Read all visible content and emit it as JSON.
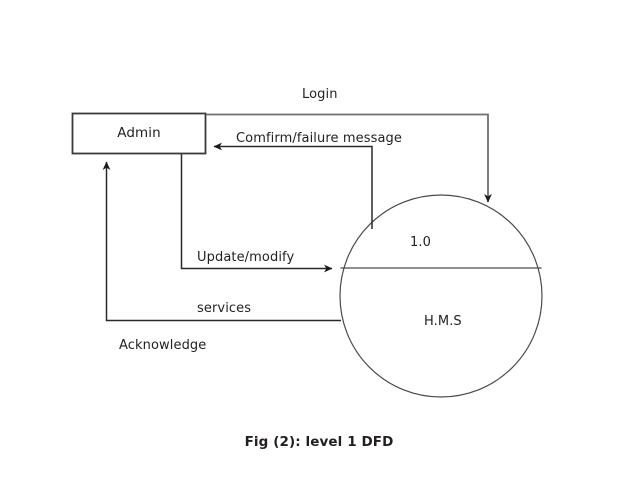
{
  "figure": {
    "caption": "Fig (2): level 1 DFD",
    "background_color": "#ffffff",
    "stroke_color": "#333333",
    "text_color": "#231f20"
  },
  "entities": [
    {
      "id": "admin",
      "shape": "rectangle",
      "label": "Admin"
    }
  ],
  "processes": [
    {
      "id": "hms",
      "shape": "circle",
      "number": "1.0",
      "name": "H.M.S"
    }
  ],
  "flows": [
    {
      "id": "login",
      "label": "Login",
      "from": "admin",
      "to": "hms"
    },
    {
      "id": "confirm",
      "label": "Comfirm/failure message",
      "from": "hms",
      "to": "admin"
    },
    {
      "id": "update",
      "label": "Update/modify\nservices",
      "from": "admin",
      "to": "hms"
    },
    {
      "id": "ack",
      "label": "Acknowledge",
      "from": "hms",
      "to": "admin"
    }
  ],
  "labels": {
    "admin": "Admin",
    "login": "Login",
    "confirm": "Comfirm/failure message",
    "update_line1": "Update/modify",
    "update_line2": "services",
    "acknowledge": "Acknowledge",
    "process_number": "1.0",
    "process_name": "H.M.S",
    "caption": "Fig (2): level 1 DFD"
  }
}
